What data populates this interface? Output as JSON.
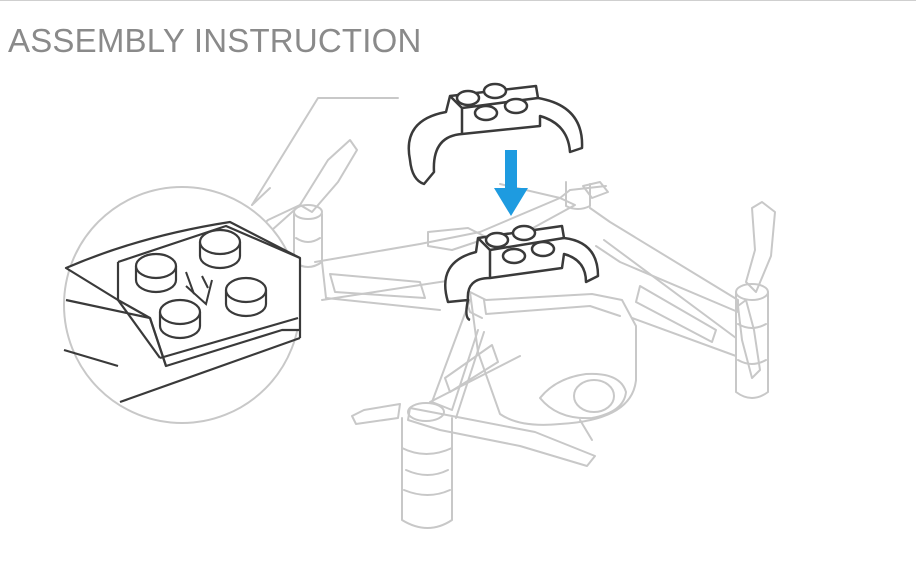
{
  "page": {
    "title": "ASSEMBLY INSTRUCTION"
  },
  "colors": {
    "title_text": "#8a8a8a",
    "drone_line": "#c8c8c8",
    "part_line": "#3a3a3a",
    "part_fill": "#ffffff",
    "arrow": "#1e9be0",
    "rule": "#cfcfcf"
  },
  "figure": {
    "icons": [
      "drone-outline",
      "brick-adapter",
      "drop-down-arrow",
      "zoom-callout-circle",
      "stud-direction-arrow"
    ]
  }
}
